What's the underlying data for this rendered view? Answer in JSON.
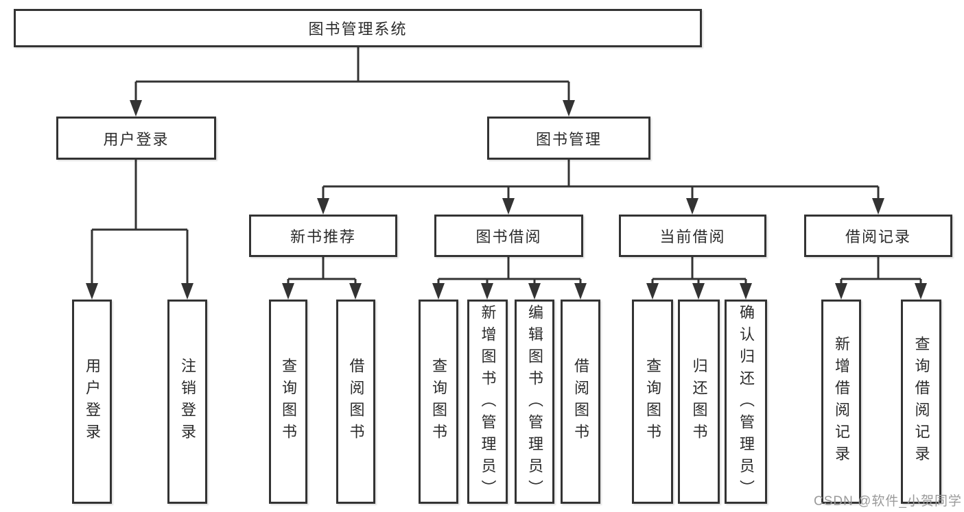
{
  "nodes": {
    "root": {
      "label": "图书管理系统"
    },
    "level2": [
      {
        "label": "用户登录"
      },
      {
        "label": "图书管理"
      }
    ],
    "level3": [
      {
        "label": "新书推荐"
      },
      {
        "label": "图书借阅"
      },
      {
        "label": "当前借阅"
      },
      {
        "label": "借阅记录"
      }
    ],
    "leaves": [
      {
        "label": "用户登录"
      },
      {
        "label": "注销登录"
      },
      {
        "label": "查询图书"
      },
      {
        "label": "借阅图书"
      },
      {
        "label": "查询图书"
      },
      {
        "label": "新增图书（管理员）"
      },
      {
        "label": "编辑图书（管理员）"
      },
      {
        "label": "借阅图书"
      },
      {
        "label": "查询图书"
      },
      {
        "label": "归还图书"
      },
      {
        "label": "确认归还（管理员）"
      },
      {
        "label": "新增借阅记录"
      },
      {
        "label": "查询借阅记录"
      }
    ]
  },
  "watermark": {
    "text": "CSDN @软件_小贺同学"
  },
  "colors": {
    "line": "#333333",
    "text": "#2b2b2b",
    "watermark": "#9a9a9a",
    "background": "#ffffff"
  }
}
